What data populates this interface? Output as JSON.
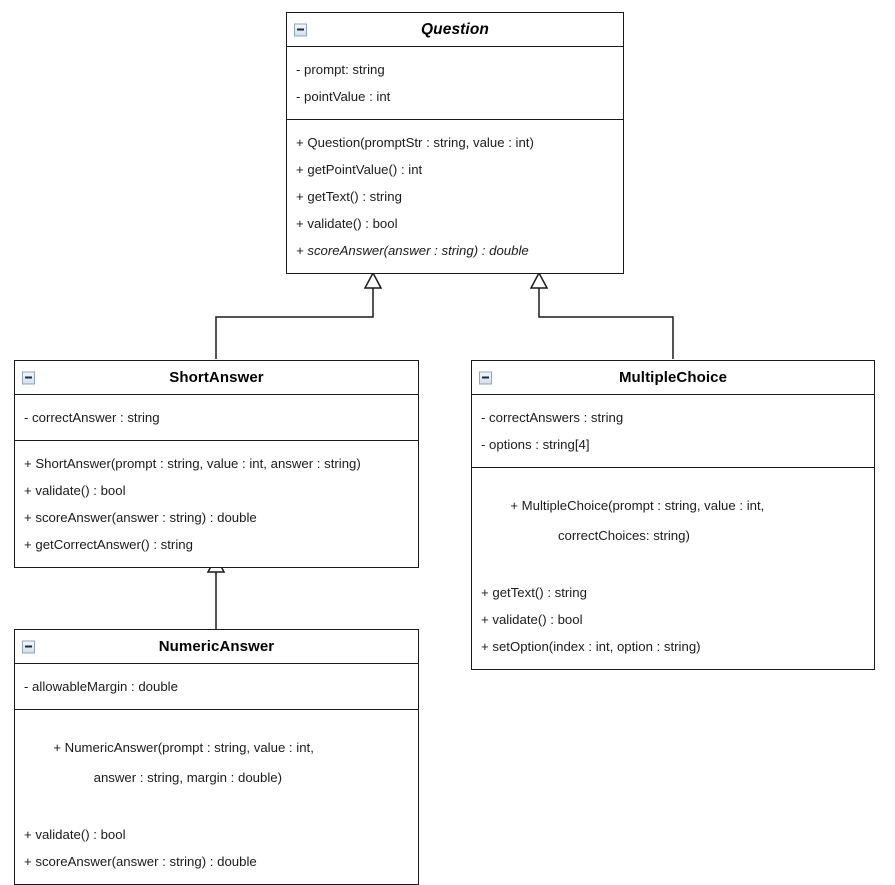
{
  "diagram": {
    "kind": "uml-class-diagram",
    "title": "Question class hierarchy",
    "colors": {
      "stroke": "#1a1a1a",
      "text": "#1b1b1b",
      "background": "#ffffff",
      "icon_border": "#8fa5bd"
    },
    "collapse_icon_name": "collapse-minus-icon"
  },
  "classes": {
    "question": {
      "name": "Question",
      "abstract": true,
      "attributes": [
        {
          "text": "- prompt: string",
          "abstract": false
        },
        {
          "text": "- pointValue : int",
          "abstract": false
        }
      ],
      "methods": [
        {
          "text": "+ Question(promptStr : string, value : int)",
          "abstract": false
        },
        {
          "text": "+ getPointValue() : int",
          "abstract": false
        },
        {
          "text": "+ getText() : string",
          "abstract": false
        },
        {
          "text": "+ validate() : bool",
          "abstract": false
        },
        {
          "text": "+ scoreAnswer(answer : string) : double",
          "abstract": true
        }
      ]
    },
    "shortanswer": {
      "name": "ShortAnswer",
      "abstract": false,
      "attributes": [
        {
          "text": "- correctAnswer : string",
          "abstract": false
        }
      ],
      "methods": [
        {
          "text": "+ ShortAnswer(prompt : string, value : int, answer : string)",
          "abstract": false
        },
        {
          "text": "+ validate() : bool",
          "abstract": false
        },
        {
          "text": "+ scoreAnswer(answer : string) : double",
          "abstract": false
        },
        {
          "text": "+ getCorrectAnswer() : string",
          "abstract": false
        }
      ]
    },
    "multiplechoice": {
      "name": "MultipleChoice",
      "abstract": false,
      "attributes": [
        {
          "text": "- correctAnswers : string",
          "abstract": false
        },
        {
          "text": "- options : string[4]",
          "abstract": false
        }
      ],
      "methods": [
        {
          "text": "+ MultipleChoice(prompt : string, value : int,",
          "cont": "                     correctChoices: string)",
          "abstract": false
        },
        {
          "text": "+ getText() : string",
          "abstract": false
        },
        {
          "text": "+ validate() : bool",
          "abstract": false
        },
        {
          "text": "+ setOption(index : int, option : string)",
          "abstract": false
        }
      ]
    },
    "numericanswer": {
      "name": "NumericAnswer",
      "abstract": false,
      "attributes": [
        {
          "text": "- allowableMargin : double",
          "abstract": false
        }
      ],
      "methods": [
        {
          "text": "+ NumericAnswer(prompt : string, value : int,",
          "cont": "                   answer : string, margin : double)",
          "abstract": false
        },
        {
          "text": "+ validate() : bool",
          "abstract": false
        },
        {
          "text": "+ scoreAnswer(answer : string) : double",
          "abstract": false
        }
      ]
    }
  },
  "relationships": [
    {
      "type": "generalization",
      "from": "ShortAnswer",
      "to": "Question"
    },
    {
      "type": "generalization",
      "from": "MultipleChoice",
      "to": "Question"
    },
    {
      "type": "generalization",
      "from": "NumericAnswer",
      "to": "ShortAnswer"
    }
  ]
}
